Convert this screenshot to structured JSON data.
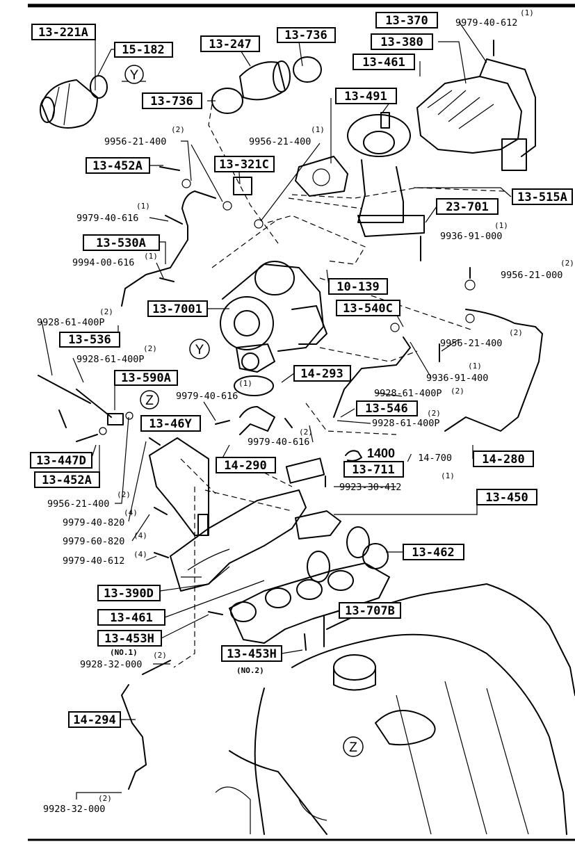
{
  "boxed_part_numbers": {
    "p13_221A": "13-221A",
    "p15_182": "15-182",
    "p13_247": "13-247",
    "p13_736_a": "13-736",
    "p13_736_b": "13-736",
    "p13_370": "13-370",
    "p13_380": "13-380",
    "p13_461_a": "13-461",
    "p13_491": "13-491",
    "p13_452A_a": "13-452A",
    "p13_321C": "13-321C",
    "p13_515A": "13-515A",
    "p23_701": "23-701",
    "p13_530A": "13-530A",
    "p10_139": "10-139",
    "p13_7001": "13-7001",
    "p13_540C": "13-540C",
    "p13_536": "13-536",
    "p14_293": "14-293",
    "p13_590A": "13-590A",
    "p13_546": "13-546",
    "p13_46Y": "13-46Y",
    "p13_447D": "13-447D",
    "p13_452A_b": "13-452A",
    "p14_290": "14-290",
    "p13_711": "13-711",
    "p14_280": "14-280",
    "p13_450": "13-450",
    "p13_462": "13-462",
    "p13_390D": "13-390D",
    "p13_461_b": "13-461",
    "p13_707B": "13-707B",
    "p13_453H_a": "13-453H",
    "p13_453H_b": "13-453H",
    "p14_294": "14-294"
  },
  "hardware_labels": {
    "h9979_40_612_top": "9979-40-612",
    "h9956_21_400_a": "9956-21-400",
    "h9956_21_400_b": "9956-21-400",
    "h9979_40_616_a": "9979-40-616",
    "h9994_00_616": "9994-00-616",
    "h9936_91_000": "9936-91-000",
    "h9956_21_000": "9956-21-000",
    "h9928_61_400P_a": "9928-61-400P",
    "h9956_21_400_c": "9956-21-400",
    "h9928_61_400P_b": "9928-61-400P",
    "h9936_91_400": "9936-91-400",
    "h9928_61_400P_c": "9928-61-400P",
    "h9979_40_616_b": "9979-40-616",
    "h9928_61_400P_d": "9928-61-400P",
    "h9979_40_616_c": "9979-40-616",
    "h1400": "1400",
    "h14_700": "/ 14-700",
    "h9923_30_412": "9923-30-412",
    "h9956_21_400_d": "9956-21-400",
    "h9979_40_820": "9979-40-820",
    "h9979_60_820": "9979-60-820",
    "h9979_40_612_b": "9979-40-612",
    "h9928_32_000_a": "9928-32-000",
    "h9928_32_000_b": "9928-32-000"
  },
  "quantities": {
    "q1_top": "(1)",
    "q2_a": "(2)",
    "q1_b": "(1)",
    "q1_c": "(1)",
    "q1_d": "(1)",
    "q1_e": "(1)",
    "q2_f": "(2)",
    "q2_g": "(2)",
    "q2_h": "(2)",
    "q2_i": "(2)",
    "q1_j": "(1)",
    "q2_k": "(2)",
    "q1_l": "(1)",
    "q2_m": "(2)",
    "q2_n": "(2)",
    "q1_o": "(1)",
    "q2_p": "(2)",
    "q4_q": "(4)",
    "q4_r": "(4)",
    "q4_s": "(4)",
    "q2_t": "(2)",
    "q2_u": "(2)"
  },
  "position_notes": {
    "no1": "(NO.1)",
    "no2": "(NO.2)"
  },
  "callouts": {
    "y_top": "Y",
    "y_mid": "Y",
    "z_mid": "Z",
    "z_bottom": "Z"
  }
}
